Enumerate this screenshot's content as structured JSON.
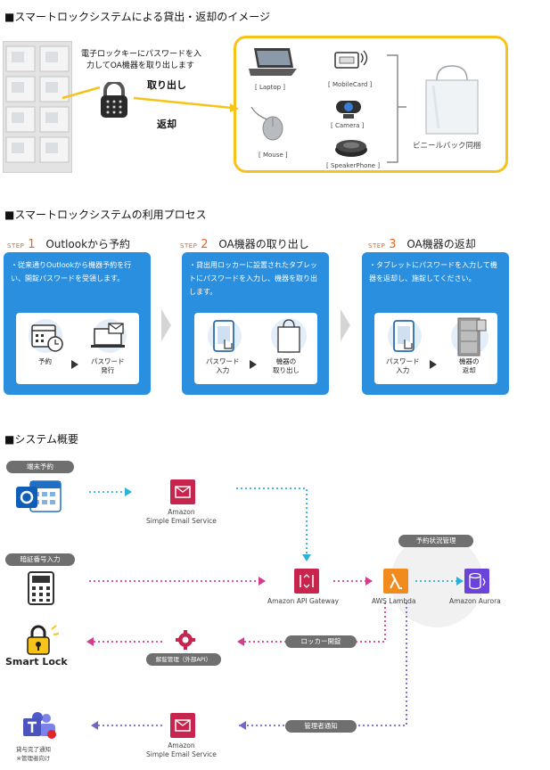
{
  "section1": {
    "title": "■スマートロックシステムによる貸出・返却のイメージ",
    "instruction_line1": "電子ロックキーにパスワードを入",
    "instruction_line2": "力してOA機器を取り出します",
    "take_out_label": "取り出し",
    "return_label": "返却",
    "devices": [
      "[ Laptop ]",
      "[ MobileCard ]",
      "[ Mouse ]",
      "[ Camera ]",
      "[ SpeakerPhone ]"
    ],
    "bag_label": "ビニールバック同梱"
  },
  "section2": {
    "title": "■スマートロックシステムの利用プロセス",
    "steps": [
      {
        "step_word": "STEP",
        "number": "1",
        "title": "Outlookから予約",
        "desc": "・従来通りOutlookから機器予約を行い、開錠パスワードを受領します。",
        "icon1_label": "予約",
        "icon2_label_1": "パスワード",
        "icon2_label_2": "発行"
      },
      {
        "step_word": "STEP",
        "number": "2",
        "title": "OA機器の取り出し",
        "desc": "・貸出用ロッカーに設置されたタブレットにパスワードを入力し、機器を取り出します。",
        "icon1_label_1": "パスワード",
        "icon1_label_2": "入力",
        "icon2_label_1": "機器の",
        "icon2_label_2": "取り出し"
      },
      {
        "step_word": "STEP",
        "number": "3",
        "title": "OA機器の返却",
        "desc": "・タブレットにパスワードを入力して機器を返却し、施錠してください。",
        "icon1_label_1": "パスワード",
        "icon1_label_2": "入力",
        "icon2_label_1": "機器の",
        "icon2_label_2": "返却"
      }
    ]
  },
  "section3": {
    "title": "■システム概要",
    "reservation_pill": "端末予約",
    "pin_pill": "暗証番号入力",
    "reservation_mgmt_pill": "予約状況管理",
    "locker_open_pill": "ロッカー開錠",
    "admin_notify_pill": "管理者通知",
    "unlock_mgmt_pill": "解錠管理（外部API）",
    "ses_top_1": "Amazon",
    "ses_top_2": "Simple Email Service",
    "api_gateway": "Amazon API Gateway",
    "lambda": "AWS Lambda",
    "aurora": "Amazon Aurora",
    "smart_lock": "Smart Lock",
    "ses_bottom_1": "Amazon",
    "ses_bottom_2": "Simple Email Service",
    "teams_label_1": "貸与完了通知",
    "teams_label_2": "※管理者向け"
  },
  "colors": {
    "card_blue": "#2b8fe0",
    "accent_yellow": "#f6c31b",
    "aws_red": "#c7254e",
    "lambda_orange": "#f28b1e",
    "aurora_purple": "#6b43d8",
    "arrow_cyan": "#2bb0d8",
    "arrow_magenta": "#d63c8e",
    "arrow_purple": "#7466c8"
  }
}
